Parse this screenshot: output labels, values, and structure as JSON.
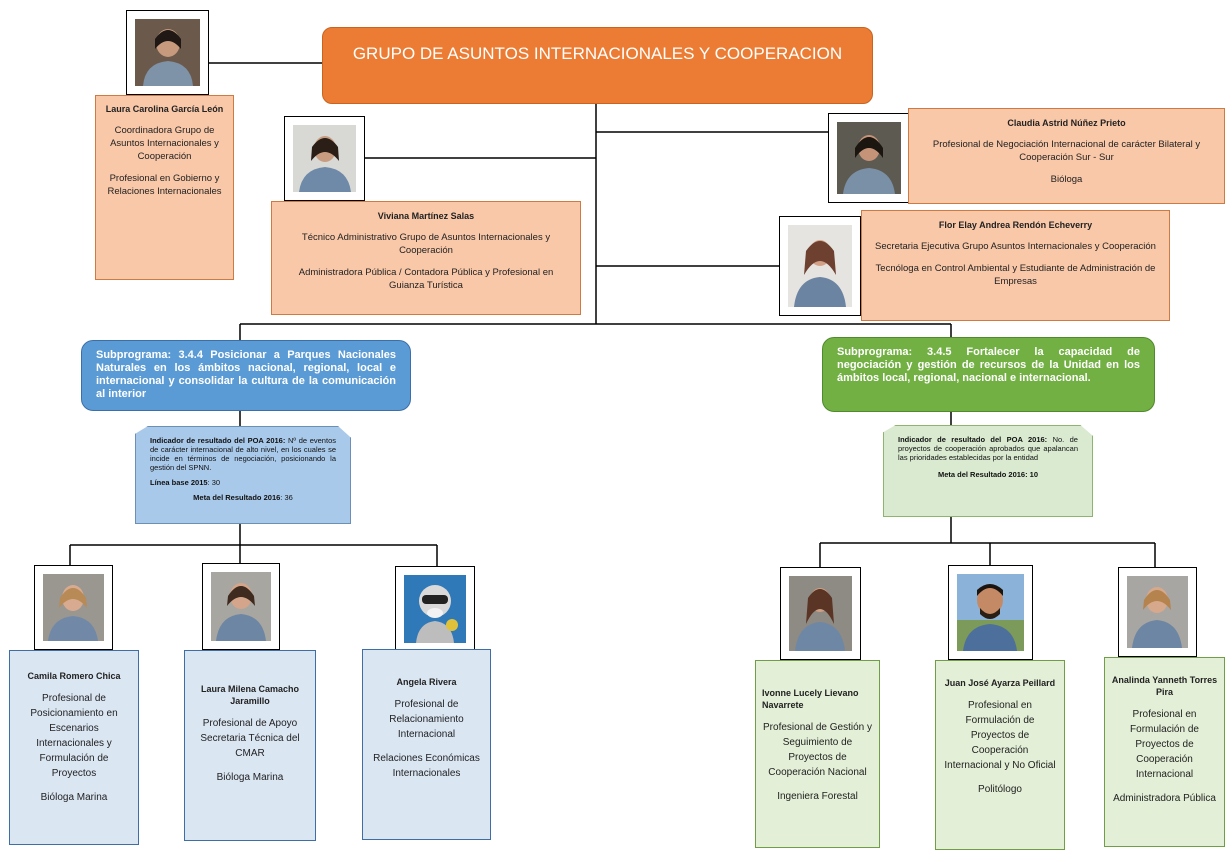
{
  "title": "GRUPO DE ASUNTOS INTERNACIONALES Y COOPERACION",
  "colors": {
    "title": "#ec7c33",
    "peach": "#f9c8a8",
    "blue_box": "#dbe6f3",
    "green_box": "#e3efd6",
    "sub_blue": "#5b9bd5",
    "sub_green": "#72b043"
  },
  "staff": {
    "laura_garcia": {
      "name": "Laura Carolina García León",
      "role": "Coordinadora Grupo de Asuntos Internacionales y Cooperación",
      "profession": "Profesional en Gobierno y Relaciones Internacionales"
    },
    "viviana": {
      "name": "Viviana Martínez Salas",
      "role": "Técnico Administrativo Grupo de Asuntos Internacionales y Cooperación",
      "profession": "Administradora Pública / Contadora Pública y Profesional en Guianza Turística"
    },
    "claudia": {
      "name": "Claudia Astrid Núñez Prieto",
      "role": "Profesional de Negociación Internacional de carácter Bilateral y Cooperación Sur - Sur",
      "profession": "Bióloga"
    },
    "flor": {
      "name": "Flor Elay Andrea Rendón Echeverry",
      "role": "Secretaria Ejecutiva Grupo Asuntos Internacionales y Cooperación",
      "profession": "Tecnóloga en Control Ambiental y Estudiante de Administración de Empresas"
    }
  },
  "programs": {
    "blue": {
      "subprogram": "Subprograma: 3.4.4 Posicionar a Parques Nacionales Naturales en los ámbitos nacional, regional, local e internacional y consolidar la cultura de la comunicación al interior",
      "indicator_label": "Indicador de resultado del POA 2016:",
      "indicator_text": "Nº de eventos de carácter internacional de alto nivel, en los cuales se incide en términos de negociación, posicionando la gestión del SPNN.",
      "baseline_label": "Línea base 2015",
      "baseline_value": ": 30",
      "meta_label": "Meta del Resultado 2016",
      "meta_value": ": 36",
      "members": [
        {
          "name": "Camila Romero Chica",
          "role": "Profesional de Posicionamiento en Escenarios Internacionales y Formulación de Proyectos",
          "profession": "Bióloga Marina"
        },
        {
          "name": "Laura Milena Camacho Jaramillo",
          "role": "Profesional de Apoyo Secretaria Técnica del CMAR",
          "profession": "Bióloga Marina"
        },
        {
          "name": "Angela Rivera",
          "role": "Profesional de Relacionamiento Internacional",
          "profession": "Relaciones Económicas Internacionales"
        }
      ]
    },
    "green": {
      "subprogram": "Subprograma: 3.4.5 Fortalecer la capacidad de negociación y gestión de recursos de la Unidad en los ámbitos local, regional, nacional e internacional.",
      "indicator_label": "Indicador de resultado del POA 2016:",
      "indicator_text": "No. de proyectos de cooperación aprobados que apalancan las prioridades establecidas por la entidad",
      "meta_label": "Meta del Resultado 2016",
      "meta_value": ": 10",
      "members": [
        {
          "name": "Ivonne Lucely Lievano Navarrete",
          "role": "Profesional de Gestión y Seguimiento de Proyectos de Cooperación Nacional",
          "profession": "Ingeniera Forestal"
        },
        {
          "name": "Juan José Ayarza Peillard",
          "role": "Profesional en Formulación de Proyectos de Cooperación Internacional y No Oficial",
          "profession": "Politólogo"
        },
        {
          "name": "Analinda Yanneth Torres Pira",
          "role": "Profesional en Formulación de Proyectos de Cooperación Internacional",
          "profession": "Administradora Pública"
        }
      ]
    }
  }
}
